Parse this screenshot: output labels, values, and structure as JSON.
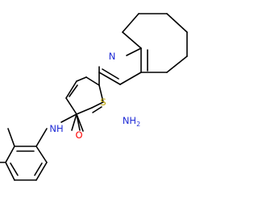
{
  "atoms": {
    "n_ring": "N",
    "s_ring": "S",
    "nh": "NH",
    "o": "O",
    "nh2_main": "NH",
    "nh2_sub": "2"
  },
  "colors": {
    "bond": "#000000",
    "nitrogen": "#1f2bd6",
    "sulfur": "#b9a100",
    "oxygen": "#ff0000",
    "background": "#ffffff"
  }
}
